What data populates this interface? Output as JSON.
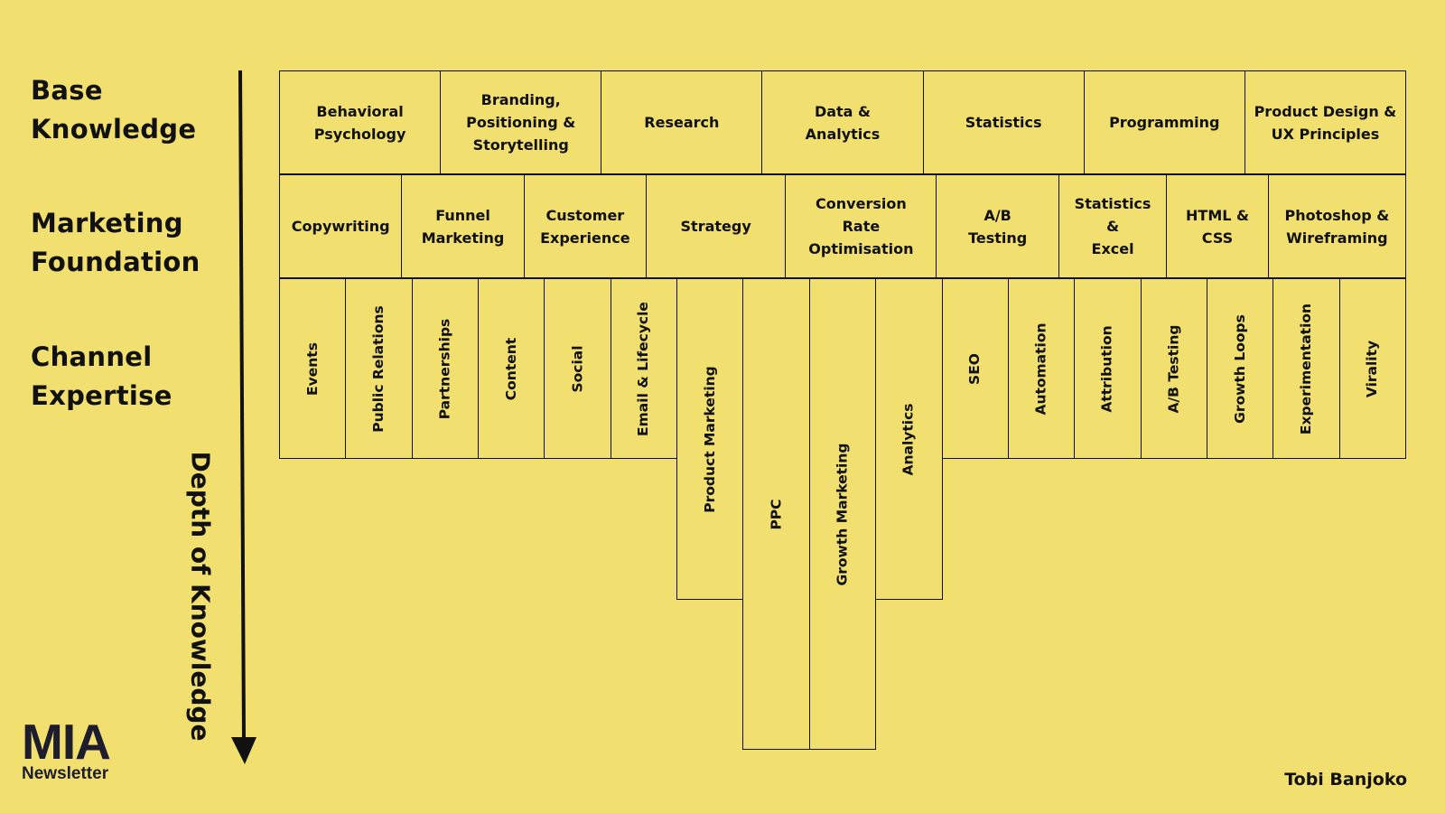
{
  "levels": {
    "base": [
      "Base",
      "Knowledge"
    ],
    "marketing": [
      "Marketing",
      "Foundation"
    ],
    "channel": [
      "Channel",
      "Expertise"
    ]
  },
  "axis_label": "Depth of Knowledge",
  "base_row": [
    "Behavioral\nPsychology",
    "Branding,\nPositioning &\nStorytelling",
    "Research",
    "Data &\nAnalytics",
    "Statistics",
    "Programming",
    "Product Design &\nUX Principles"
  ],
  "foundation_row": [
    "Copywriting",
    "Funnel\nMarketing",
    "Customer\nExperience",
    "Strategy",
    "Conversion\nRate\nOptimisation",
    "A/B\nTesting",
    "Statistics\n&\nExcel",
    "HTML &\nCSS",
    "Photoshop &\nWireframing"
  ],
  "channel_row": [
    {
      "label": "Events",
      "depth": 1
    },
    {
      "label": "Public Relations",
      "depth": 1
    },
    {
      "label": "Partnerships",
      "depth": 1
    },
    {
      "label": "Content",
      "depth": 1
    },
    {
      "label": "Social",
      "depth": 1
    },
    {
      "label": "Email & Lifecycle",
      "depth": 1
    },
    {
      "label": "Product Marketing",
      "depth": 2
    },
    {
      "label": "PPC",
      "depth": 3
    },
    {
      "label": "Growth Marketing",
      "depth": 3
    },
    {
      "label": "Analytics",
      "depth": 2
    },
    {
      "label": "SEO",
      "depth": 1
    },
    {
      "label": "Automation",
      "depth": 1
    },
    {
      "label": "Attribution",
      "depth": 1
    },
    {
      "label": "A/B Testing",
      "depth": 1
    },
    {
      "label": "Growth Loops",
      "depth": 1
    },
    {
      "label": "Experimentation",
      "depth": 1
    },
    {
      "label": "Virality",
      "depth": 1
    }
  ],
  "logo": {
    "title": "MIA",
    "subtitle": "Newsletter"
  },
  "author": "Tobi Banjoko"
}
